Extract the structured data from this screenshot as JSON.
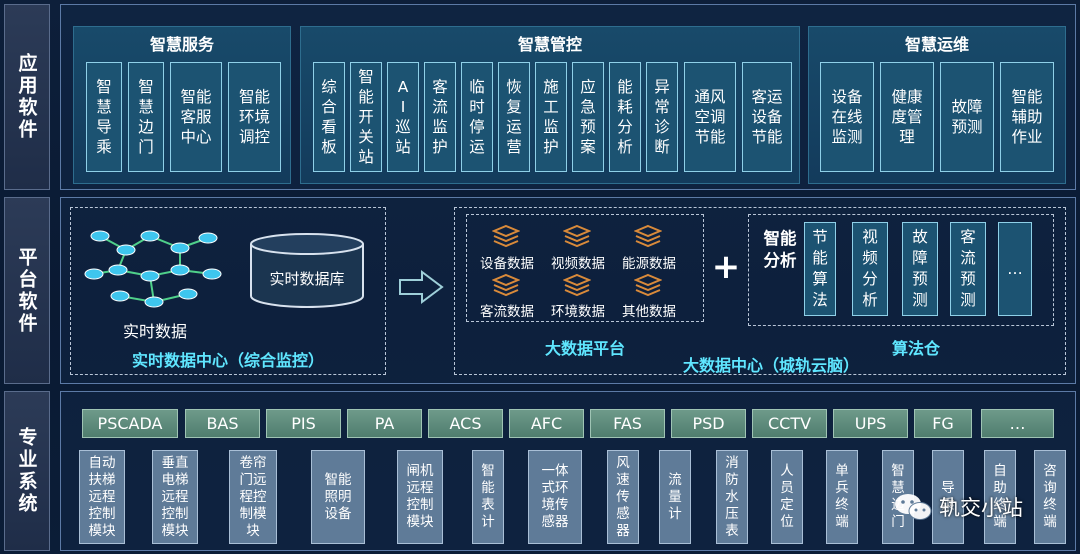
{
  "side_labels": [
    "应用软件",
    "平台软件",
    "专业系统"
  ],
  "app": {
    "groups": [
      {
        "title": "智慧服务",
        "cards": [
          "智\n慧\n导\n乘",
          "智\n慧\n边\n门",
          "智能\n客服\n中心",
          "智能\n环境\n调控"
        ]
      },
      {
        "title": "智慧管控",
        "cards": [
          "综\n合\n看\n板",
          "智\n能\n开\n关\n站",
          "A\nI\n巡\n站",
          "客\n流\n监\n护",
          "临\n时\n停\n运",
          "恢\n复\n运\n营",
          "施\n工\n监\n护",
          "应\n急\n预\n案",
          "能\n耗\n分\n析",
          "异\n常\n诊\n断",
          "通风\n空调\n节能",
          "客运\n设备\n节能"
        ]
      },
      {
        "title": "智慧运维",
        "cards": [
          "设备\n在线\n监测",
          "健康\n度管\n理",
          "故障\n预测",
          "智能\n辅助\n作业"
        ]
      }
    ]
  },
  "platform": {
    "realtime_label": "实时数据",
    "database_label": "实时数据库",
    "realtime_center": "实时数据中心（综合监控）",
    "bigdata_items": [
      "设备数据",
      "视频数据",
      "能源数据",
      "客流数据",
      "环境数据",
      "其他数据"
    ],
    "bigdata_platform": "大数据平台",
    "bigdata_center": "大数据中心（城轨云脑）",
    "plus": "+",
    "analysis_label": "智能\n分析",
    "analysis_cards": [
      "节\n能\n算\n法",
      "视\n频\n分\n析",
      "故\n障\n预\n测",
      "客\n流\n预\n测",
      "…"
    ],
    "algo_label": "算法仓"
  },
  "pro": {
    "systems": [
      "PSCADA",
      "BAS",
      "PIS",
      "PA",
      "ACS",
      "AFC",
      "FAS",
      "PSD",
      "CCTV",
      "UPS",
      "FG",
      "…"
    ],
    "devices": [
      "自动\n扶梯\n远程\n控制\n模块",
      "垂直\n电梯\n远程\n控制\n模块",
      "卷帘\n门远\n程控\n制模\n块",
      "智能\n照明\n设备",
      "闸机\n远程\n控制\n模块",
      "智\n能\n表\n计",
      "一体\n式环\n境传\n感器",
      "风\n速\n传\n感\n器",
      "流\n量\n计",
      "消\n防\n水\n压\n表",
      "人\n员\n定\n位",
      "单\n兵\n终\n端",
      "智\n慧\n边\n门",
      "导\n乘",
      "自\n助\n终\n端",
      "咨\n询\n终\n端"
    ]
  },
  "watermark": "轨交小站"
}
